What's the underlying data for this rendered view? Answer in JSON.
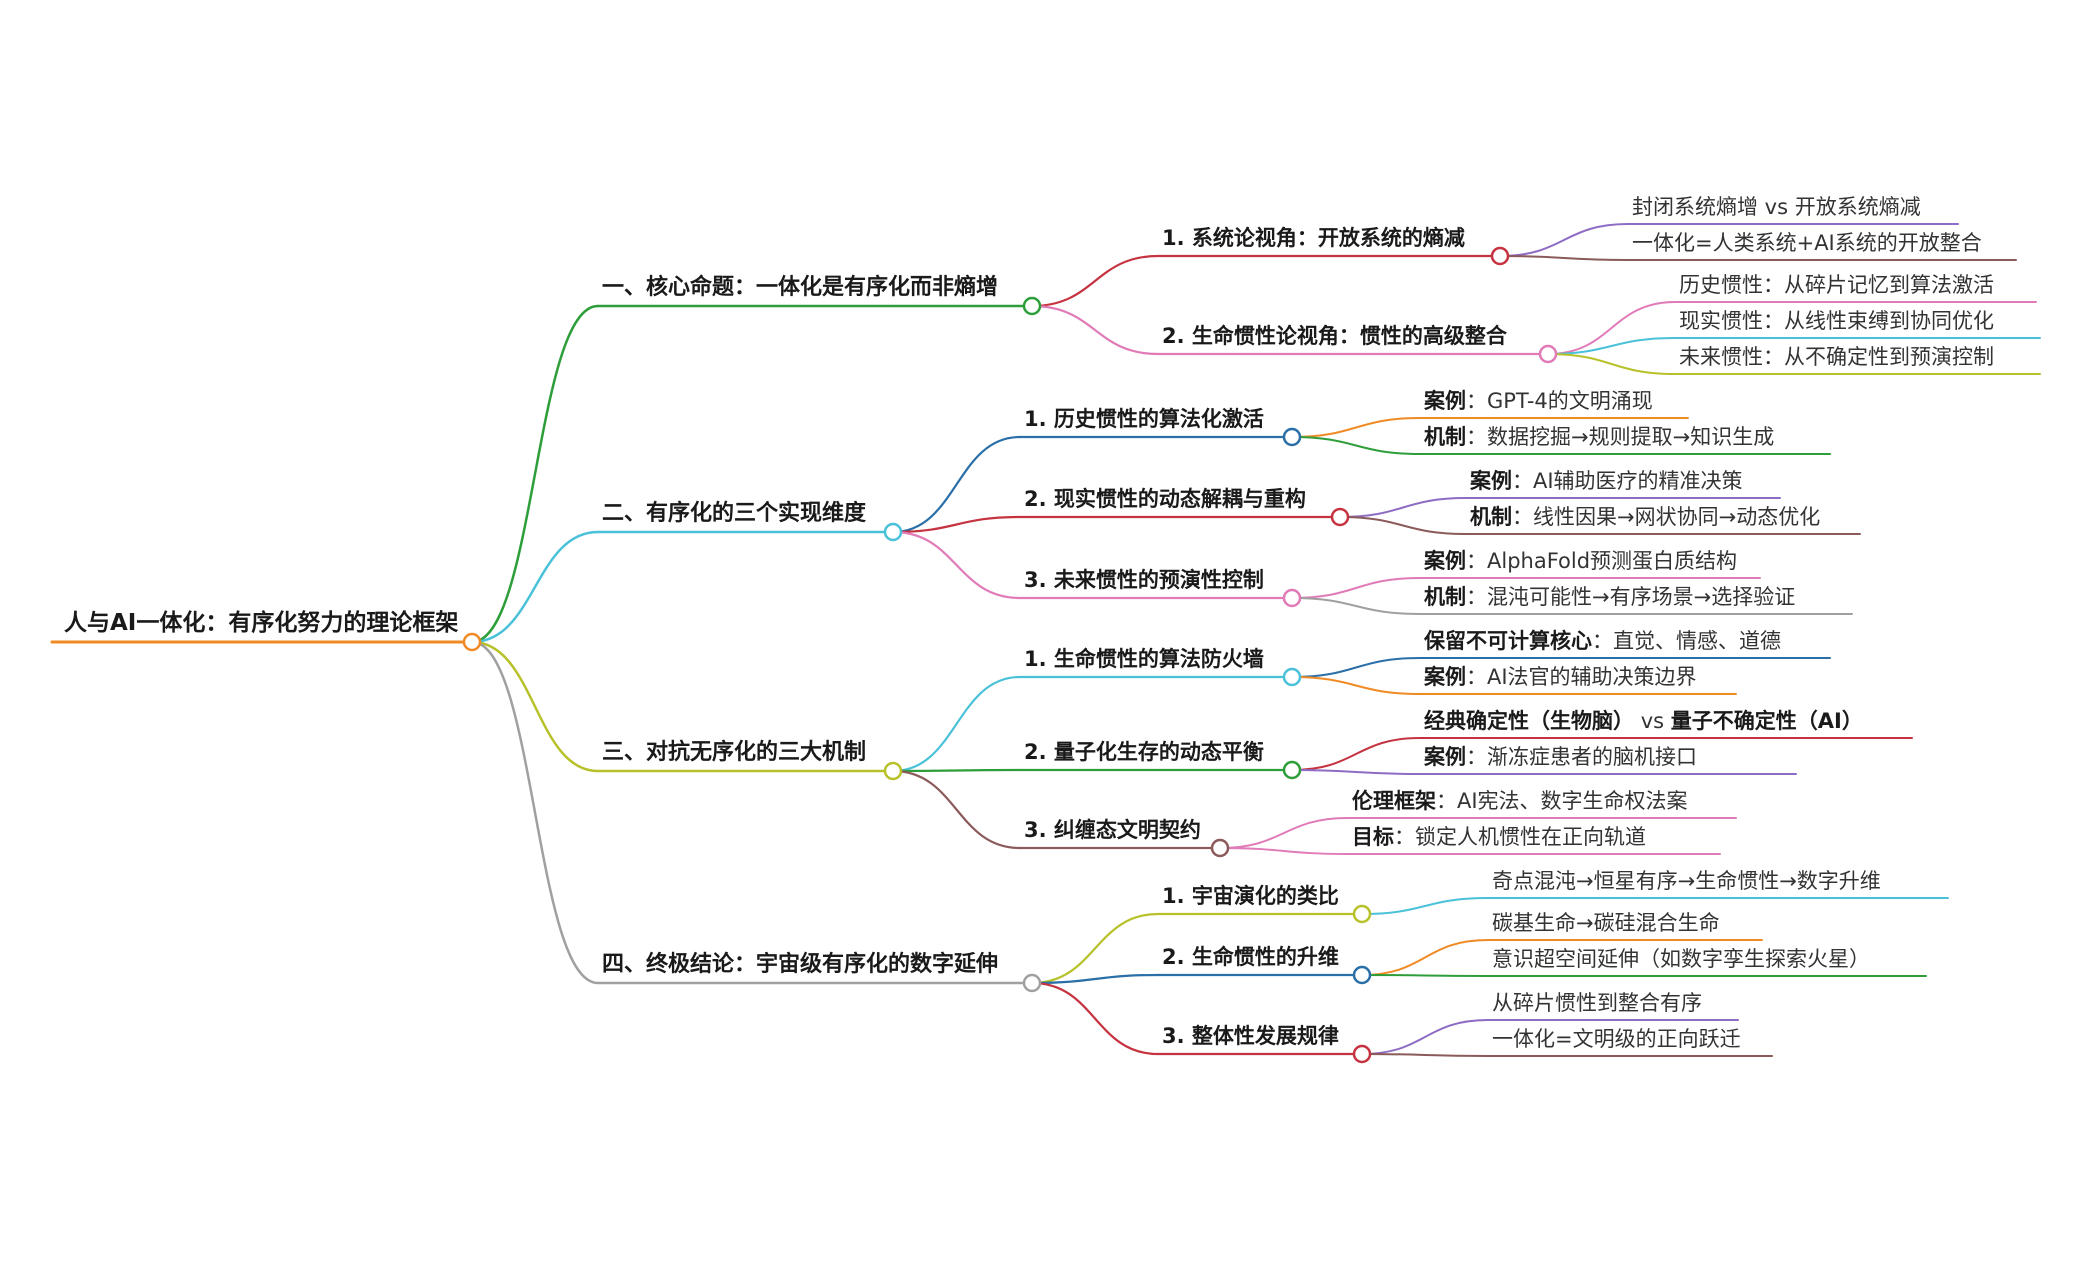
{
  "mindmap": {
    "root": "人与AI一体化：有序化努力的理论框架",
    "branches": [
      {
        "label": "一、核心命题：一体化是有序化而非熵增",
        "color": "#2e9e3a",
        "children": [
          {
            "label": "1. 系统论视角：开放系统的熵减",
            "color": "#c63340",
            "leaves": [
              {
                "text": "封闭系统熵增 vs 开放系统熵减",
                "color": "#8e6cc4"
              },
              {
                "text": "一体化=人类系统+AI系统的开放整合",
                "color": "#8b5a5a"
              }
            ]
          },
          {
            "label": "2. 生命惯性论视角：惯性的高级整合",
            "color": "#e07bb8",
            "leaves": [
              {
                "text": "历史惯性：从碎片记忆到算法激活",
                "color": "#e07bb8"
              },
              {
                "text": "现实惯性：从线性束缚到协同优化",
                "color": "#49c1d9"
              },
              {
                "text": "未来惯性：从不确定性到预演控制",
                "color": "#b7c12a"
              }
            ]
          }
        ]
      },
      {
        "label": "二、有序化的三个实现维度",
        "color": "#49c1d9",
        "children": [
          {
            "label": "1. 历史惯性的算法化激活",
            "color": "#2a6fa8",
            "leaves": [
              {
                "key": "案例",
                "text": "GPT-4的文明涌现",
                "color": "#f08a24"
              },
              {
                "key": "机制",
                "text": "数据挖掘→规则提取→知识生成",
                "color": "#2e9e3a"
              }
            ]
          },
          {
            "label": "2. 现实惯性的动态解耦与重构",
            "color": "#c63340",
            "leaves": [
              {
                "key": "案例",
                "text": "AI辅助医疗的精准决策",
                "color": "#8e6cc4"
              },
              {
                "key": "机制",
                "text": "线性因果→网状协同→动态优化",
                "color": "#8b5a5a"
              }
            ]
          },
          {
            "label": "3. 未来惯性的预演性控制",
            "color": "#e07bb8",
            "leaves": [
              {
                "key": "案例",
                "text": "AlphaFold预测蛋白质结构",
                "color": "#e07bb8"
              },
              {
                "key": "机制",
                "text": "混沌可能性→有序场景→选择验证",
                "color": "#a0a0a0"
              }
            ]
          }
        ]
      },
      {
        "label": "三、对抗无序化的三大机制",
        "color": "#b7c12a",
        "children": [
          {
            "label": "1. 生命惯性的算法防火墙",
            "color": "#49c1d9",
            "leaves": [
              {
                "key": "保留不可计算核心",
                "text": "直觉、情感、道德",
                "color": "#2a6fa8"
              },
              {
                "key": "案例",
                "text": "AI法官的辅助决策边界",
                "color": "#f08a24"
              }
            ]
          },
          {
            "label": "2. 量子化生存的动态平衡",
            "color": "#2e9e3a",
            "leaves": [
              {
                "key": "经典确定性（生物脑）",
                "mid": "vs",
                "key2": "量子不确定性（AI）",
                "color": "#c63340"
              },
              {
                "key": "案例",
                "text": "渐冻症患者的脑机接口",
                "color": "#8e6cc4"
              }
            ]
          },
          {
            "label": "3. 纠缠态文明契约",
            "color": "#8b5a5a",
            "leaves": [
              {
                "key": "伦理框架",
                "text": "AI宪法、数字生命权法案",
                "color": "#e07bb8"
              },
              {
                "key": "目标",
                "text": "锁定人机惯性在正向轨道",
                "color": "#e07bb8"
              }
            ]
          }
        ]
      },
      {
        "label": "四、终极结论：宇宙级有序化的数字延伸",
        "color": "#a0a0a0",
        "children": [
          {
            "label": "1. 宇宙演化的类比",
            "color": "#b7c12a",
            "leaves": [
              {
                "text": "奇点混沌→恒星有序→生命惯性→数字升维",
                "color": "#49c1d9"
              }
            ]
          },
          {
            "label": "2. 生命惯性的升维",
            "color": "#2a6fa8",
            "leaves": [
              {
                "text": "碳基生命→碳硅混合生命",
                "color": "#f08a24"
              },
              {
                "text": "意识超空间延伸（如数字孪生探索火星）",
                "color": "#2e9e3a"
              }
            ]
          },
          {
            "label": "3. 整体性发展规律",
            "color": "#c63340",
            "leaves": [
              {
                "text": "从碎片惯性到整合有序",
                "color": "#8e6cc4"
              },
              {
                "text": "一体化=文明级的正向跃迁",
                "color": "#8b5a5a"
              }
            ]
          }
        ]
      }
    ]
  }
}
